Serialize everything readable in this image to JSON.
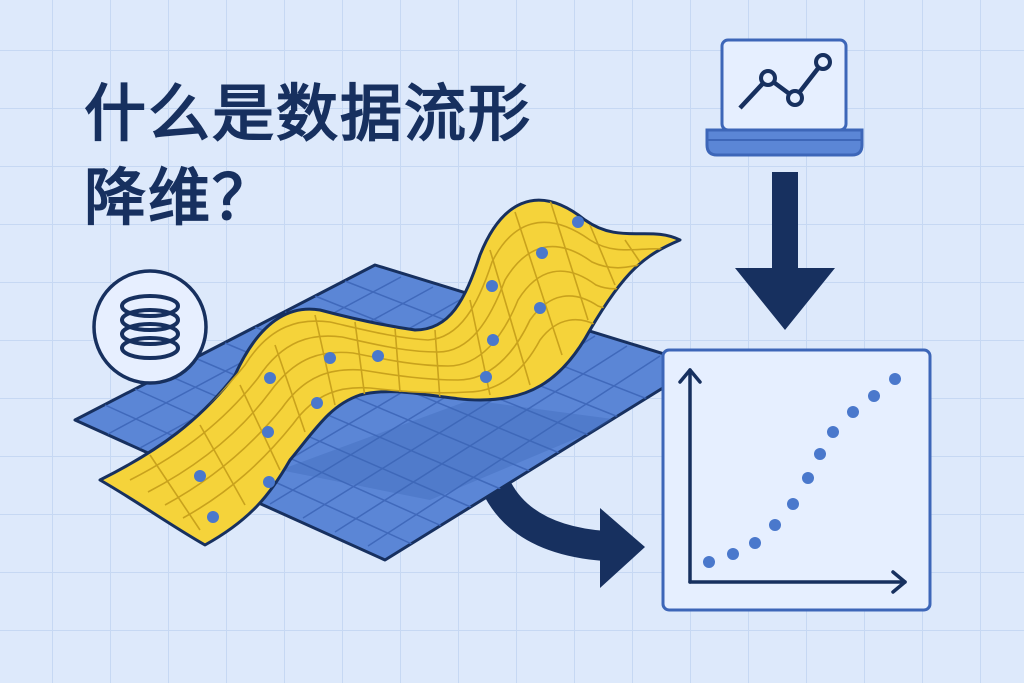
{
  "title": {
    "line1": "什么是数据流形",
    "line2": "降维？"
  },
  "icons": {
    "spring": "coil-spring-icon",
    "laptop": "laptop-line-chart-icon",
    "arrow_down": "arrow-down-icon",
    "arrow_curve": "curved-arrow-right-icon"
  },
  "colors": {
    "background": "#dde9fb",
    "navy": "#17305f",
    "plane_blue": "#5b86d6",
    "manifold_yellow": "#f5d33a",
    "point_blue": "#4a78cc",
    "panel_fill": "#e6efff"
  },
  "manifold_points_count": 14,
  "embedding_points_count": 11
}
